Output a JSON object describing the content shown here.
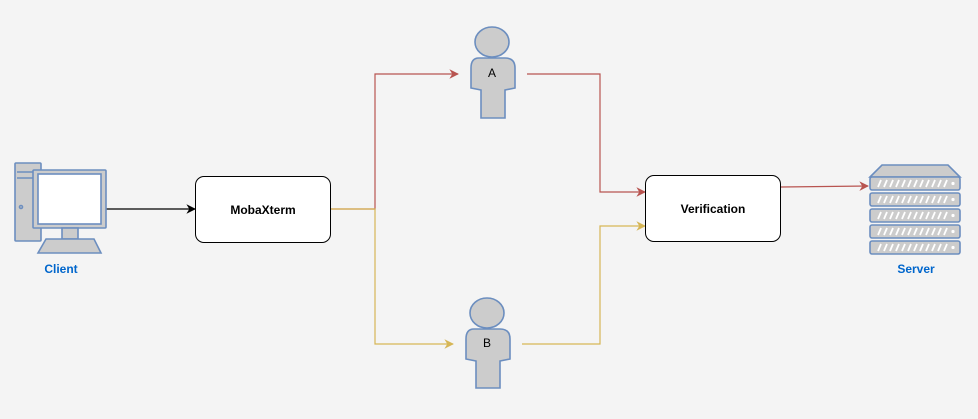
{
  "nodes": {
    "client": {
      "label": "Client",
      "icon": "desktop-computer-icon"
    },
    "mobaxterm": {
      "label": "MobaXterm"
    },
    "person_a": {
      "label": "A",
      "icon": "user-icon"
    },
    "person_b": {
      "label": "B",
      "icon": "user-icon"
    },
    "verification": {
      "label": "Verification"
    },
    "server": {
      "label": "Server",
      "icon": "server-rack-icon"
    }
  },
  "colors": {
    "background": "#f4f4f4",
    "icon_fill": "#cccccc",
    "icon_stroke": "#6c8ebf",
    "icon_label": "#0066cc",
    "edge_black": "#000000",
    "edge_red": "#b85450",
    "edge_yellow": "#d6b656"
  }
}
